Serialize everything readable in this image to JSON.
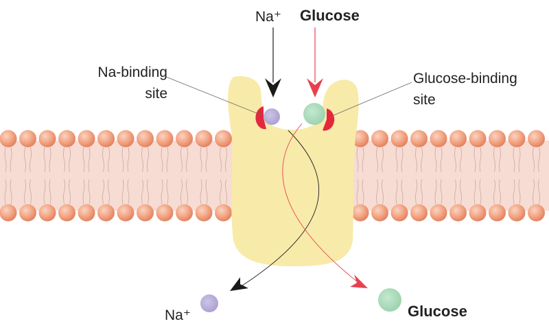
{
  "labels": {
    "na_top": "Na⁺",
    "glucose_top": "Glucose",
    "na_site_line1": "Na-binding",
    "na_site_line2": "site",
    "glucose_site_line1": "Glucose-binding",
    "glucose_site_line2": "site",
    "na_bottom": "Na⁺",
    "glucose_bottom": "Glucose"
  },
  "colors": {
    "membrane_band": "#f7dcd3",
    "phospholipid_head": "#ef9a78",
    "phospholipid_head_highlight": "#fbd3c0",
    "transporter": "#f8eaa9",
    "binding_site": "#e3283e",
    "sodium_ion": "#b4aad6",
    "glucose_molecule": "#a9dab9",
    "sodium_arrow": "#1a1a1a",
    "glucose_arrow": "#e8404f"
  }
}
